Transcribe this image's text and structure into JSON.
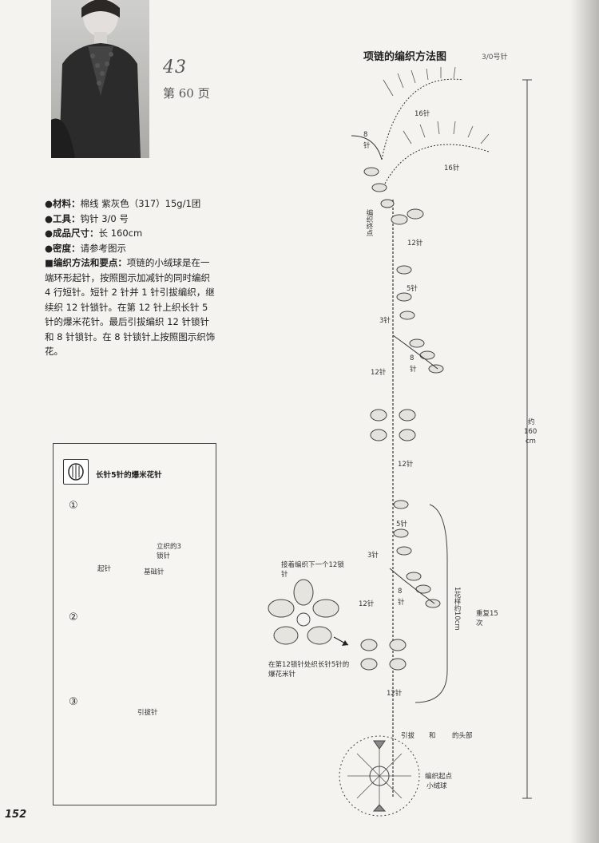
{
  "project": {
    "number": "43",
    "page_ref": "第 60 页"
  },
  "info": {
    "materials_label": "●材料：",
    "materials_value": "棉线 紫灰色（317）15g/1团",
    "tools_label": "●工具：",
    "tools_value": "钩针 3/0 号",
    "size_label": "●成品尺寸：",
    "size_value": "长 160cm",
    "gauge_label": "●密度：",
    "gauge_value": "请参考图示",
    "method_label": "■编织方法和要点：",
    "method_value": "项链的小绒球是在一端环形起针，按照图示加减针的同时编织 4 行短针。短针 2 针并 1 针引拔编织，继续织 12 针锁针。在第 12 针上织长针 5 针的爆米花针。最后引拔编织 12 针锁针和 8 针锁针。在 8 针锁针上按照图示织饰花。"
  },
  "diagram": {
    "title": "项链的编织方法图",
    "hook": "3/0号针",
    "labels": {
      "st16_a": "16针",
      "st16_b": "16针",
      "st8_top": "8",
      "st8_top_unit": "针",
      "finish_vertical": "编织终点",
      "st12_1": "12针",
      "st5_1": "5针",
      "st3_1": "3针",
      "st8_mid": "8",
      "st8_mid_unit": "针",
      "st12_2": "12针",
      "total_about": "约",
      "total_value": "160",
      "total_unit": "cm",
      "st12_3": "12针",
      "st5_2": "5针",
      "st3_2": "3针",
      "st8_low": "8",
      "st8_low_unit": "针",
      "st12_4": "12针",
      "repeat_flower": "1花样约10cm",
      "repeat_times": "重复15次",
      "continue_note": "接着编织下一个12锁针",
      "popcorn_note": "在第12锁针处织长针5针的爆花米针",
      "st12_5": "12针",
      "slip_note_a": "引拔",
      "slip_note_b": "和",
      "slip_note_c": "的头部",
      "start_note": "编织起点",
      "pompom": "小绒球"
    }
  },
  "legend": {
    "title": "长针5针的爆米花针",
    "step1": "①",
    "step2": "②",
    "step3": "③",
    "lbl_standup": "立织的3",
    "lbl_standup2": "锁针",
    "lbl_chain": "起针",
    "lbl_base": "基础针",
    "lbl_slip": "引拔针"
  },
  "page_number": "152"
}
